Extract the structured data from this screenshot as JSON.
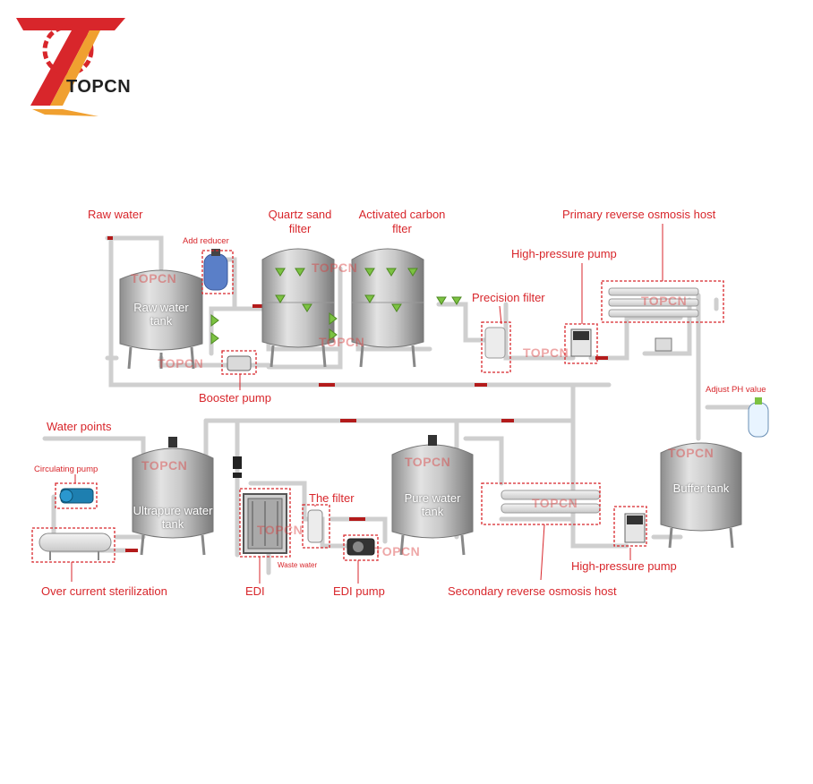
{
  "brand": {
    "name": "TOPCN",
    "watermark": "TOPCN"
  },
  "colors": {
    "label": "#d8262b",
    "pipe": "#d9d9d9",
    "valve": "#7cc242",
    "steel": "#b8b8b8"
  },
  "labels": {
    "raw_water": "Raw water",
    "add_reducer": "Add reducer",
    "quartz_sand_filter_1": "Quartz sand",
    "quartz_sand_filter_2": "filter",
    "activated_carbon_1": "Activated carbon",
    "activated_carbon_2": "flter",
    "primary_ro_host": "Primary reverse osmosis host",
    "high_pressure_pump_top": "High-pressure pump",
    "precision_filter": "Precision filter",
    "booster_pump": "Booster pump",
    "adjust_ph": "Adjust PH value",
    "water_points": "Water points",
    "circulating_pump": "Circulating pump",
    "the_filter": "The filter",
    "waste_water": "Waste water",
    "edi": "EDI",
    "edi_pump": "EDI pump",
    "over_current_sterilization": "Over current sterilization",
    "secondary_ro_host": "Secondary reverse osmosis host",
    "high_pressure_pump_bottom": "High-pressure pump"
  },
  "tanks": {
    "raw_water_tank_1": "Raw water",
    "raw_water_tank_2": "tank",
    "ultrapure_tank_1": "Ultrapure water",
    "ultrapure_tank_2": "tank",
    "pure_water_tank_1": "Pure water",
    "pure_water_tank_2": "tank",
    "buffer_tank": "Buffer tank"
  }
}
